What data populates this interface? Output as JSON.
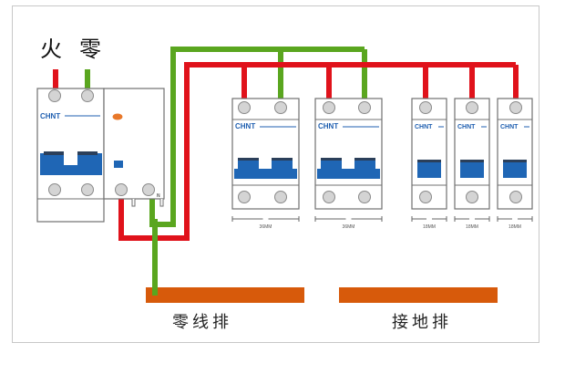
{
  "title_labels": {
    "live": "火",
    "neutral": "零"
  },
  "main_switch": {
    "brand": "CHNT",
    "poles": 2
  },
  "rcd": {
    "neutral_mark": "N"
  },
  "branch_breakers": [
    {
      "brand": "CHNT",
      "poles": 2,
      "width_label": "36MM",
      "wires": [
        "live",
        "neutral"
      ]
    },
    {
      "brand": "CHNT",
      "poles": 2,
      "width_label": "36MM",
      "wires": [
        "live",
        "neutral"
      ]
    },
    {
      "brand": "CHNT",
      "poles": 1,
      "width_label": "18MM",
      "wires": [
        "live"
      ]
    },
    {
      "brand": "CHNT",
      "poles": 1,
      "width_label": "18MM",
      "wires": [
        "live"
      ]
    },
    {
      "brand": "CHNT",
      "poles": 1,
      "width_label": "18MM",
      "wires": [
        "live"
      ]
    }
  ],
  "busbars": {
    "neutral": "零线排",
    "ground": "接地排"
  },
  "colors": {
    "live_wire": "#e0121b",
    "neutral_wire": "#5aa61f",
    "busbar": "#d75a0b",
    "handle": "#1f66b5",
    "handle_dark": "#2b3f5a",
    "terminal": "#d4d4d4",
    "indicator": "#e8782a",
    "brand_text": "#1f5fb0",
    "outline": "#707070"
  }
}
